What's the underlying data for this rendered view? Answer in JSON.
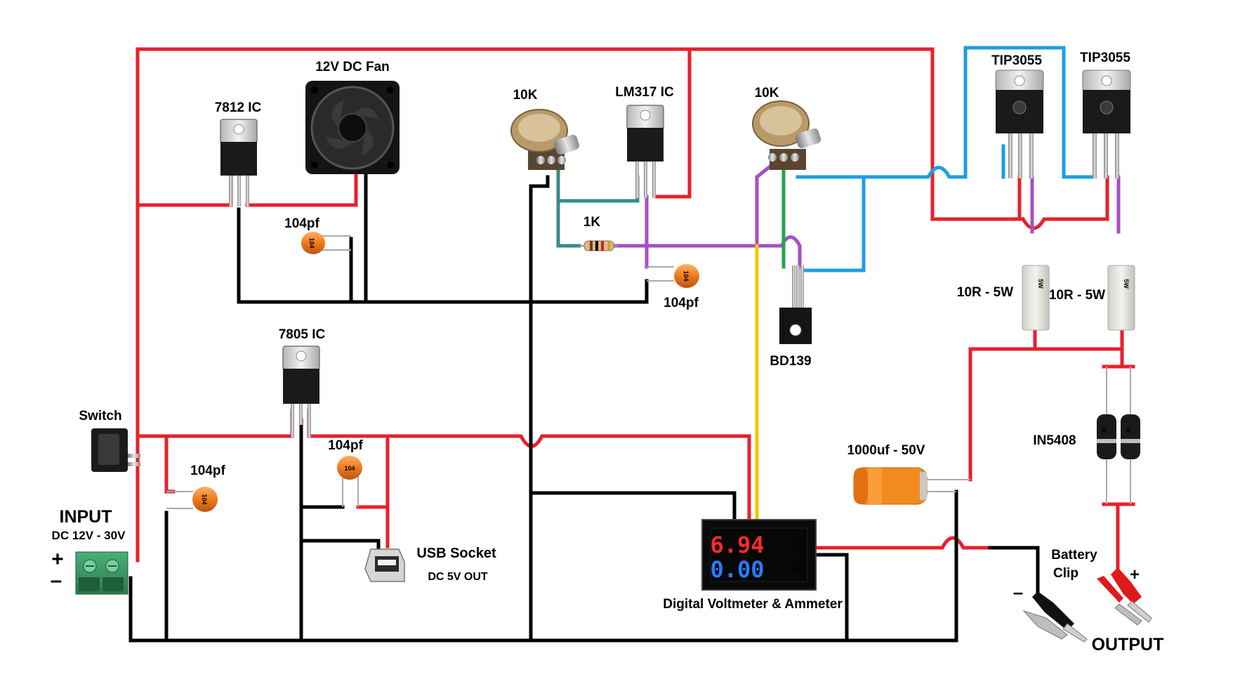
{
  "labels": {
    "fan": "12V DC Fan",
    "ic7812": "7812 IC",
    "pot1": "10K",
    "lm317": "LM317 IC",
    "pot2": "10K",
    "tip1": "TIP3055",
    "tip2": "TIP3055",
    "cap_7812": "104pf",
    "res_1k": "1K",
    "cap_lm317": "104pf",
    "bd139": "BD139",
    "res1": "10R - 5W",
    "res2": "10R - 5W",
    "ic7805": "7805 IC",
    "switch": "Switch",
    "cap_input": "104pf",
    "cap_7805": "104pf",
    "usb": "USB Socket",
    "usb_sub": "DC 5V OUT",
    "diode": "IN5408",
    "electrolytic": "1000uf - 50V",
    "input": "INPUT",
    "input_sub": "DC 12V - 30V",
    "meter": "Digital Voltmeter & Ammeter",
    "battery_clip": "Battery",
    "battery_clip2": "Clip",
    "output": "OUTPUT",
    "plus_in": "+",
    "minus_in": "–",
    "plus_out": "+",
    "minus_out": "–"
  },
  "meter": {
    "voltage": "6.94",
    "current": "0.00",
    "v_unit": "V",
    "a_unit": "A"
  },
  "component_marks": {
    "cap_code": "104",
    "res_code": "5W",
    "diode_code": "IN"
  },
  "colors": {
    "positive_wire": "#e8202a",
    "ground_wire": "#000000",
    "signal_blue": "#1e9fe0",
    "signal_purple": "#a64fc4",
    "signal_teal": "#3a8a8a",
    "signal_green": "#22a845",
    "signal_yellow": "#f5c400",
    "meter_volt": "#ff2a2a",
    "meter_amp": "#2a7bff"
  }
}
